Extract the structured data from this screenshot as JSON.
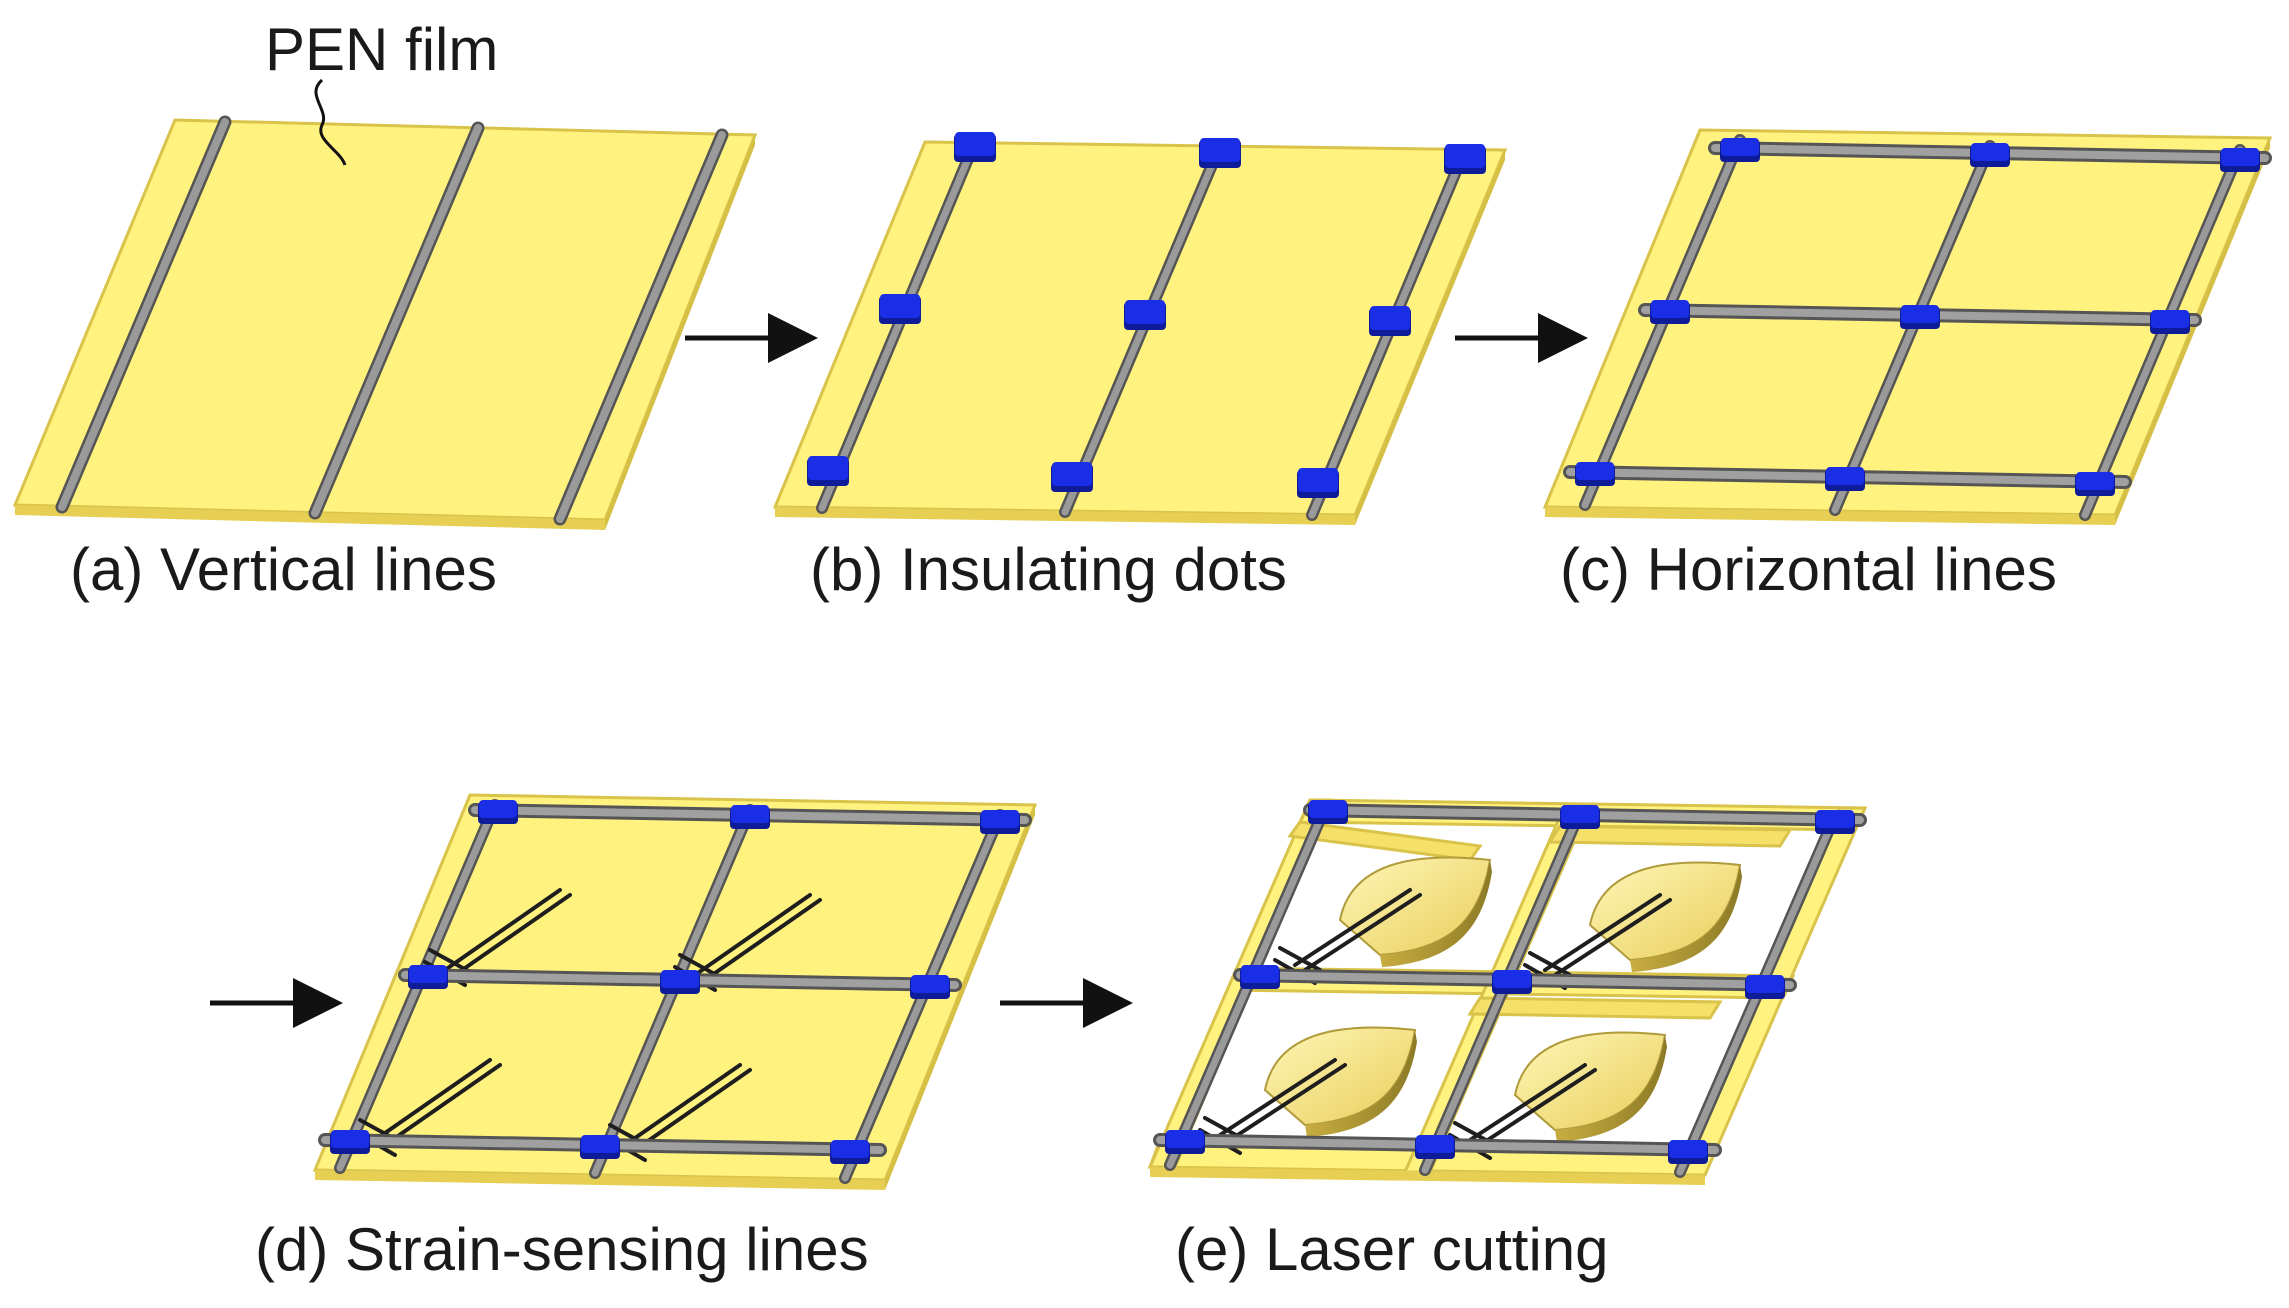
{
  "callout_label": "PEN film",
  "steps": [
    {
      "id": "a",
      "caption": "(a) Vertical lines"
    },
    {
      "id": "b",
      "caption": "(b) Insulating dots"
    },
    {
      "id": "c",
      "caption": "(c) Horizontal lines"
    },
    {
      "id": "d",
      "caption": "(d) Strain-sensing lines"
    },
    {
      "id": "e",
      "caption": "(e) Laser cutting"
    }
  ],
  "colors": {
    "film_top": "#fff27e",
    "film_edge": "#e6cf52",
    "film_rim": "#d9c34a",
    "line_gray": "#8c8c8c",
    "line_dark": "#555555",
    "dot_blue": "#1a2ee6",
    "dot_blue_dark": "#0f1c99",
    "sensor_line": "#1e1e1e",
    "leaf_light": "#fff09a",
    "leaf_dark": "#b09a3a",
    "arrow": "#111111"
  }
}
